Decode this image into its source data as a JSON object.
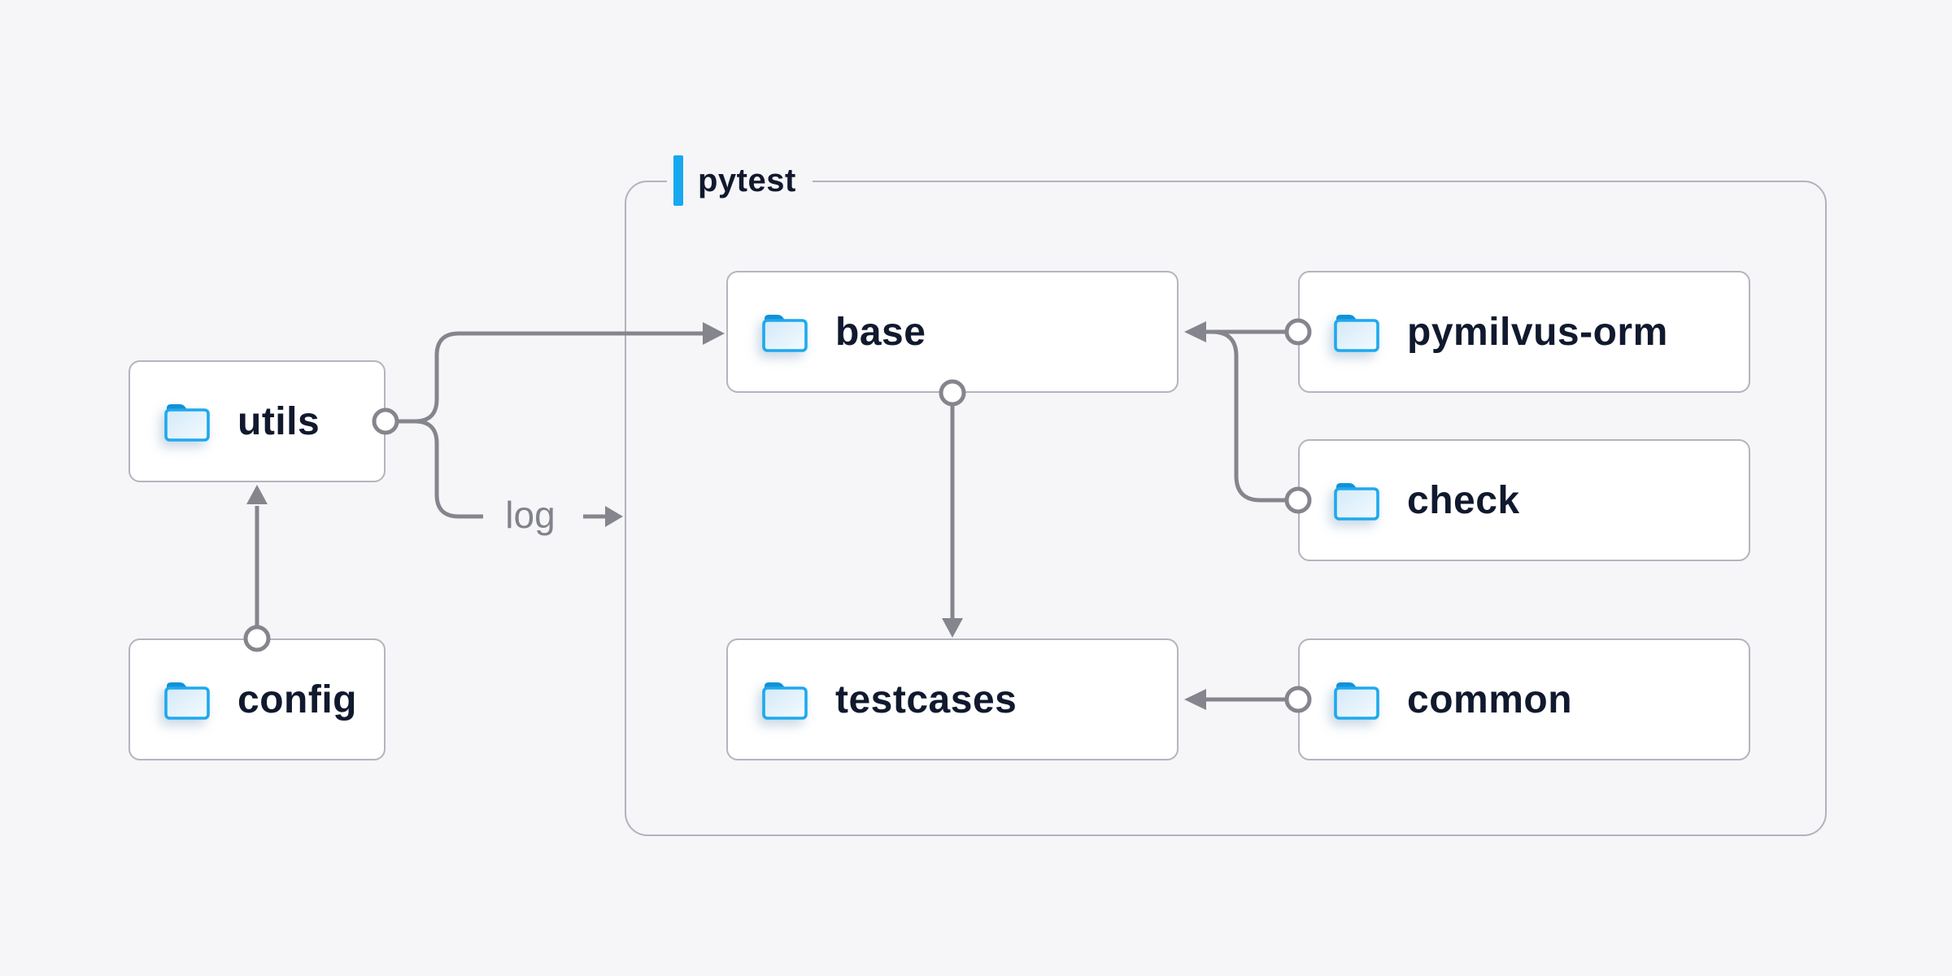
{
  "diagram": {
    "group": {
      "label": "pytest"
    },
    "edge_label": "log",
    "nodes": {
      "utils": {
        "label": "utils"
      },
      "config": {
        "label": "config"
      },
      "base": {
        "label": "base"
      },
      "pymilvus_orm": {
        "label": "pymilvus-orm"
      },
      "check": {
        "label": "check"
      },
      "testcases": {
        "label": "testcases"
      },
      "common": {
        "label": "common"
      }
    },
    "edges": [
      {
        "from": "config",
        "to": "utils"
      },
      {
        "from": "utils",
        "to": "base"
      },
      {
        "from": "utils",
        "to": "pytest",
        "label": "log"
      },
      {
        "from": "pymilvus-orm",
        "to": "base"
      },
      {
        "from": "check",
        "to": "base"
      },
      {
        "from": "base",
        "to": "testcases"
      },
      {
        "from": "common",
        "to": "testcases"
      }
    ],
    "colors": {
      "background": "#f6f6f8",
      "node_fill": "#ffffff",
      "node_border": "#b4b4c0",
      "group_border": "#b2b2bf",
      "connector": "#85858e",
      "node_text": "#10192e",
      "edge_label_text": "#82828c",
      "accent_bar": "#17a8f0",
      "folder_outline": "#1ea9ee",
      "folder_tab": "#1291d8"
    },
    "icons": {
      "node_icon": "folder-icon"
    }
  }
}
